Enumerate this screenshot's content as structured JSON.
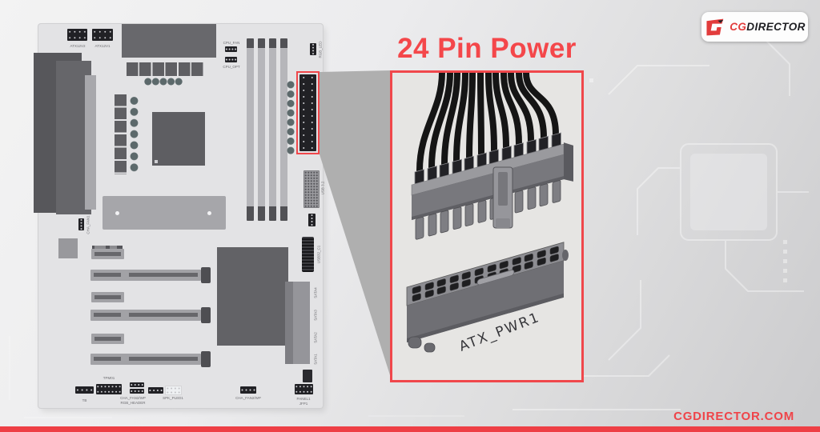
{
  "title": "24 Pin Power",
  "brand": {
    "logo_cg": "CG",
    "logo_rest": "DIRECTOR",
    "site": "CGDIRECTOR.COM"
  },
  "callout": {
    "connector_label": "ATX_PWR1"
  },
  "board": {
    "atx12v2": "ATX12V2",
    "atx12v1": "ATX12V1",
    "cpu_fan": "CPU_FAN",
    "cpu_opt": "CPU_OPT",
    "rgb_led": "RGB_LED",
    "cha_fan1": "CHA_FAN1",
    "usb32": "USB 3.2",
    "usb32_c1": "USB32_C1",
    "sata": [
      "SATA4",
      "SATA3",
      "SATA2",
      "SATA1"
    ],
    "tb": "TB",
    "tpm": "TPM01",
    "cha_fan2_wp": "CHA_FAN2/WP",
    "rgb_header": "RGB_HEADER",
    "spk": "SPK_PLED1",
    "cha_fan3_wp": "CHA_FAN2/WP",
    "panel1": "PANEL1",
    "jfp1": "JFP1"
  },
  "colors": {
    "accent_red": "#f0474b",
    "title_red": "#f4474a",
    "bottom_bar_red": "#ee3f45",
    "logo_red": "#e23c3c",
    "logo_dark": "#1f1f23",
    "board_gray": "#e3e3e5",
    "component_dark": "#5f5f63",
    "wedge_gray": "#afafaf",
    "cable_black": "#151515"
  }
}
